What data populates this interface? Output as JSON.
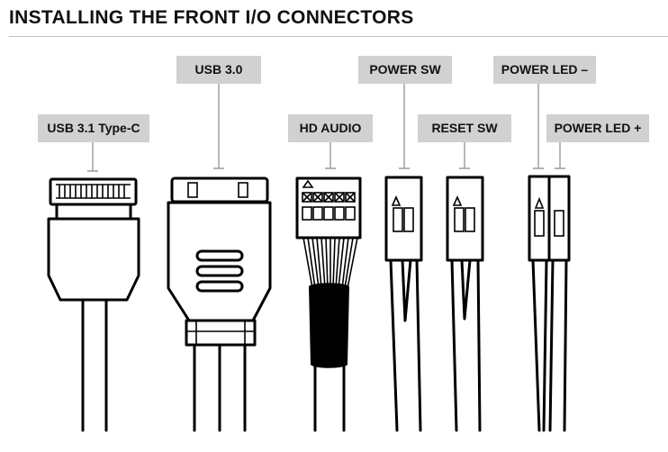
{
  "page": {
    "title": "INSTALLING THE FRONT I/O CONNECTORS"
  },
  "connectors": {
    "usb31c": {
      "label": "USB 3.1 Type-C"
    },
    "usb30": {
      "label": "USB 3.0"
    },
    "hdaudio": {
      "label": "HD AUDIO"
    },
    "powersw": {
      "label": "POWER SW"
    },
    "resetsw": {
      "label": "RESET SW"
    },
    "powerledminus": {
      "label": "POWER LED –"
    },
    "powerledplus": {
      "label": "POWER LED +"
    }
  },
  "colors": {
    "label_bg": "#d1d1d1",
    "leader_line": "#9a9a9a",
    "ink": "#000000"
  }
}
